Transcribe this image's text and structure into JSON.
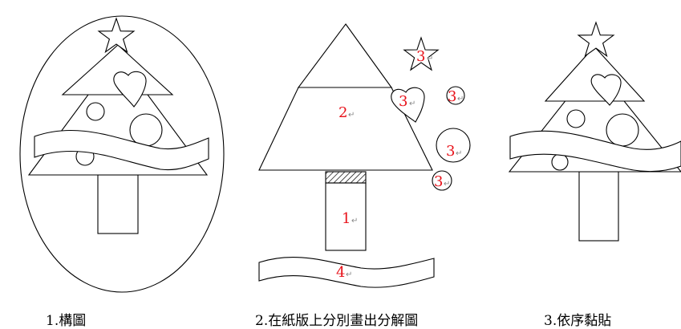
{
  "captions": {
    "step1": "1.構圖",
    "step2": "2.在紙版上分別畫出分解圖",
    "step3": "3.依序黏貼"
  },
  "piece_labels": {
    "trunk": "1",
    "lower_tree": "2",
    "star": "3",
    "heart": "3",
    "circle_small": "3",
    "circle_large": "3",
    "circle_bottom": "3",
    "ribbon": "4"
  },
  "colors": {
    "outline": "#000000",
    "label": "#e8121a",
    "background": "#ffffff"
  }
}
